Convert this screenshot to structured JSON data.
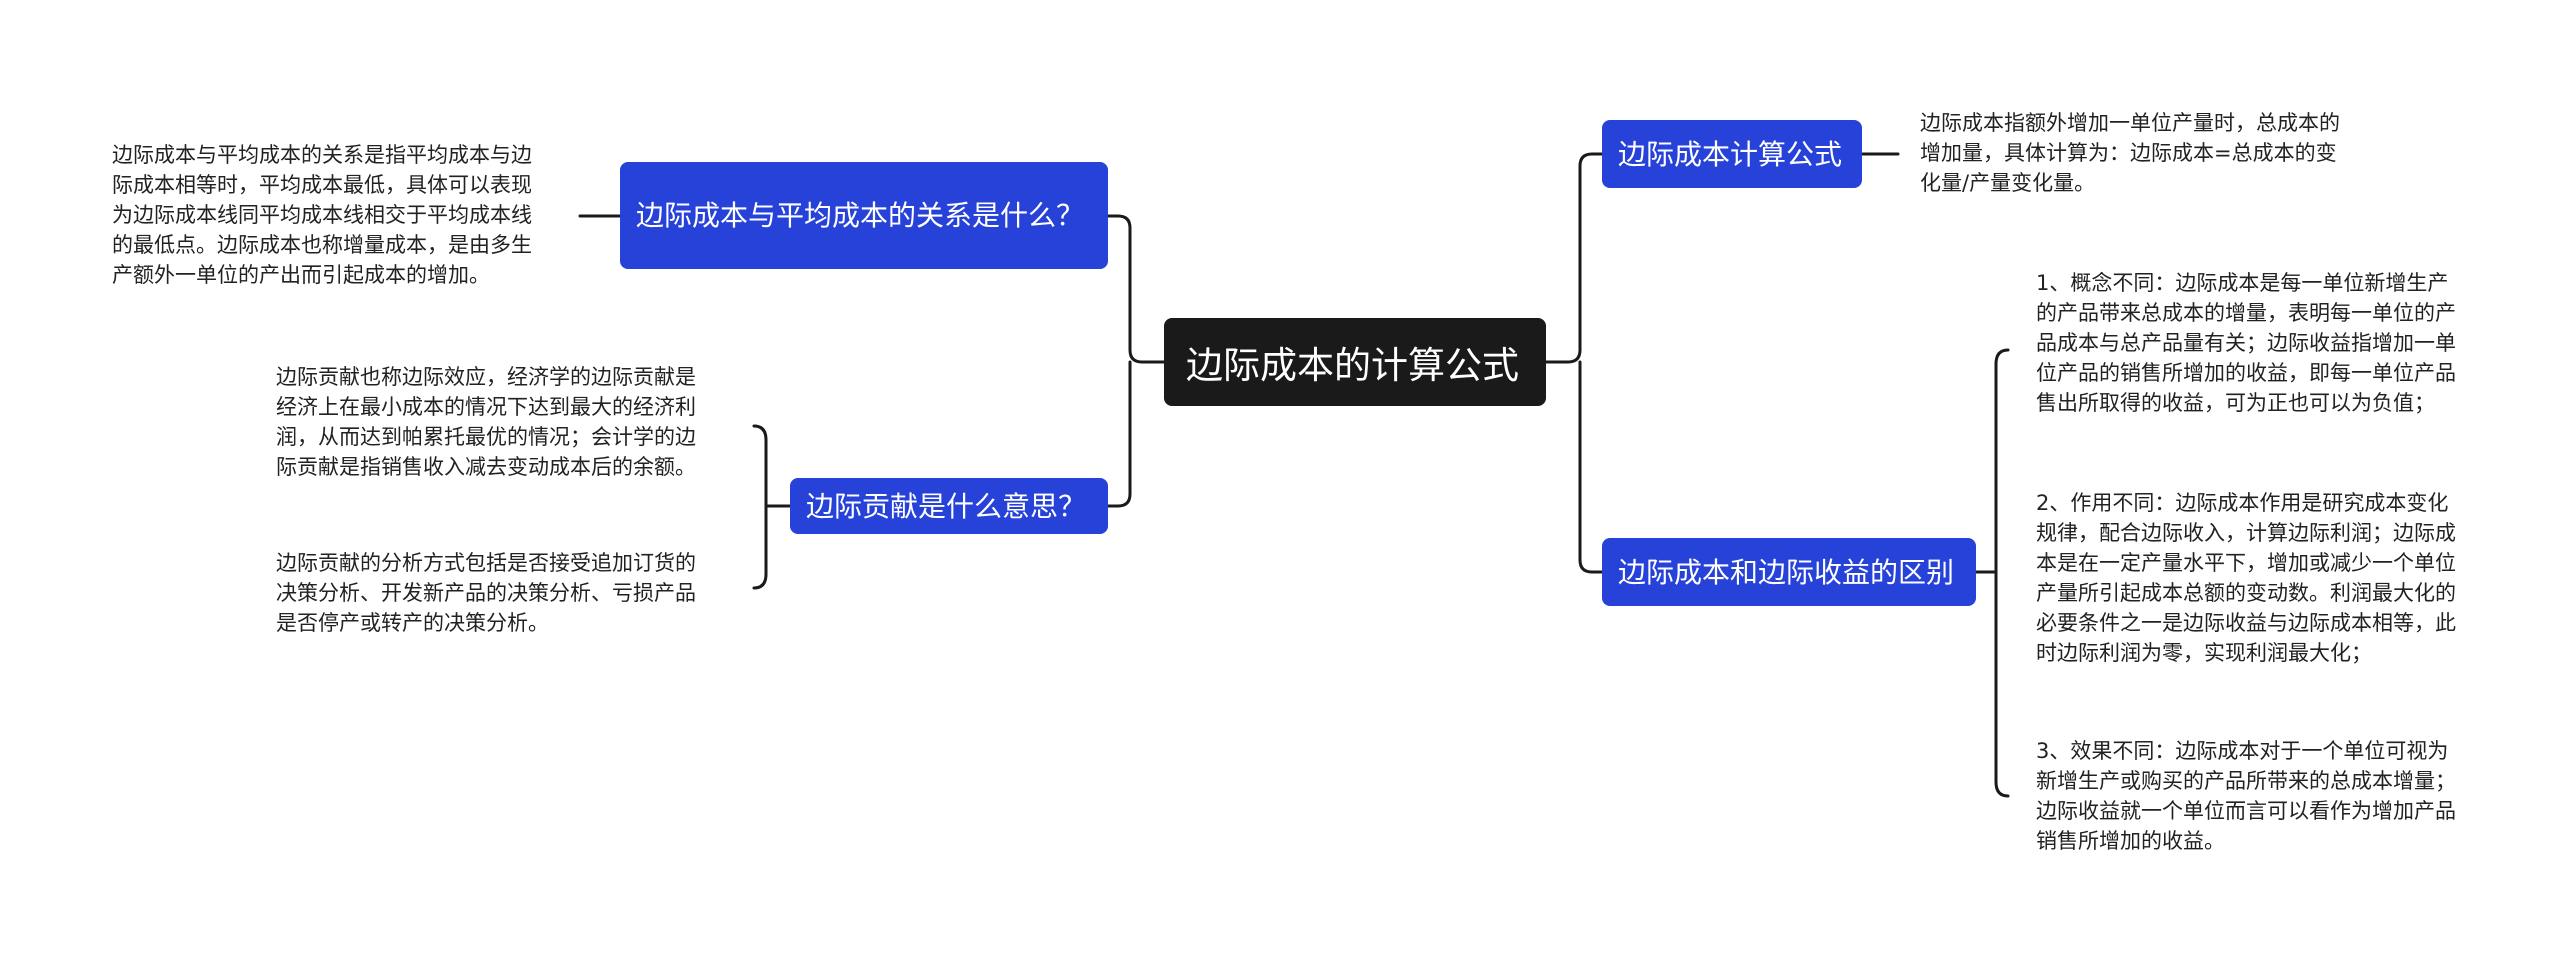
{
  "root": {
    "label": "边际成本的计算公式"
  },
  "topics": {
    "relation": {
      "label": "边际成本与平均成本的关系是什么？"
    },
    "contribution": {
      "label": "边际贡献是什么意思？"
    },
    "formula": {
      "label": "边际成本计算公式"
    },
    "difference": {
      "label": "边际成本和边际收益的区别"
    }
  },
  "leaves": {
    "relation": {
      "lines": [
        "边际成本与平均成本的关系是指平均成本与边",
        "际成本相等时，平均成本最低，具体可以表现",
        "为边际成本线同平均成本线相交于平均成本线",
        "的最低点。边际成本也称增量成本，是由多生",
        "产额外一单位的产出而引起成本的增加。"
      ]
    },
    "contribution_1": {
      "lines": [
        "边际贡献也称边际效应，经济学的边际贡献是",
        "经济上在最小成本的情况下达到最大的经济利",
        "润，从而达到帕累托最优的情况；会计学的边",
        "际贡献是指销售收入减去变动成本后的余额。"
      ]
    },
    "contribution_2": {
      "lines": [
        "边际贡献的分析方式包括是否接受追加订货的",
        "决策分析、开发新产品的决策分析、亏损产品",
        "是否停产或转产的决策分析。"
      ]
    },
    "formula": {
      "lines": [
        "边际成本指额外增加一单位产量时，总成本的",
        "增加量，具体计算为：边际成本=总成本的变",
        "化量/产量变化量。"
      ]
    },
    "difference_1": {
      "lines": [
        "1、概念不同：边际成本是每一单位新增生产",
        "的产品带来总成本的增量，表明每一单位的产",
        "品成本与总产品量有关；边际收益指增加一单",
        "位产品的销售所增加的收益，即每一单位产品",
        "售出所取得的收益，可为正也可以为负值；"
      ]
    },
    "difference_2": {
      "lines": [
        "2、作用不同：边际成本作用是研究成本变化",
        "规律，配合边际收入，计算边际利润；边际成",
        "本是在一定产量水平下，增加或减少一个单位",
        "产量所引起成本总额的变动数。利润最大化的",
        "必要条件之一是边际收益与边际成本相等，此",
        "时边际利润为零，实现利润最大化；"
      ]
    },
    "difference_3": {
      "lines": [
        "3、效果不同：边际成本对于一个单位可视为",
        "新增生产或购买的产品所带来的总成本增量；",
        "边际收益就一个单位而言可以看作为增加产品",
        "销售所增加的收益。"
      ]
    }
  },
  "colors": {
    "root_bg": "#1a1a1a",
    "topic_bg": "#2742d8",
    "line": "#1a1a1a",
    "leaf_text": "#222222"
  }
}
